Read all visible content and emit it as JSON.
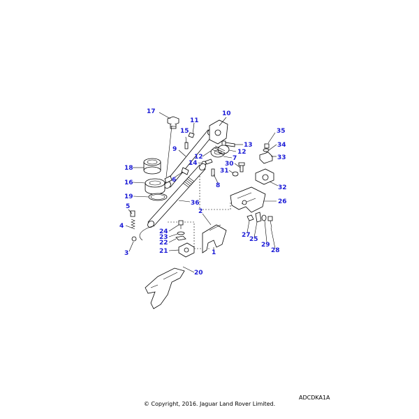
{
  "diagram": {
    "ref_code": "ADCDKA1A",
    "copyright": "© Copyright, 2016. Jaguar Land Rover Limited.",
    "callout_color": "#1a1ad6",
    "callouts": [
      "17",
      "11",
      "15",
      "9",
      "10",
      "13",
      "35",
      "34",
      "33",
      "12",
      "12",
      "7",
      "14",
      "30",
      "31",
      "18",
      "6",
      "8",
      "16",
      "19",
      "32",
      "26",
      "36",
      "5",
      "2",
      "4",
      "24",
      "23",
      "22",
      "21",
      "27",
      "25",
      "29",
      "28",
      "1",
      "3",
      "20"
    ]
  }
}
